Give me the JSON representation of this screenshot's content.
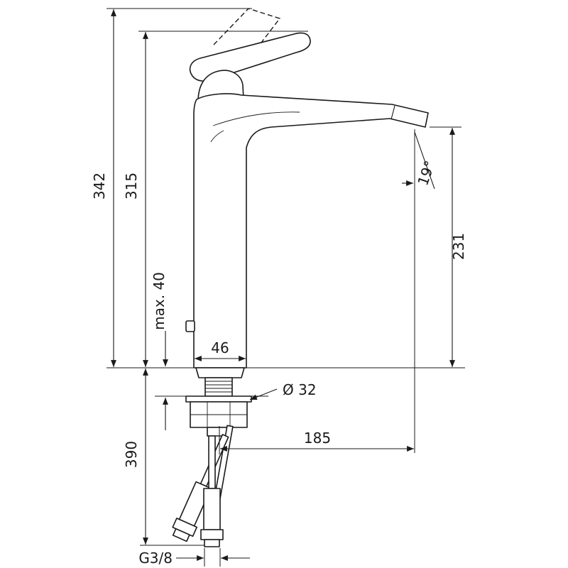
{
  "drawing": {
    "type": "technical-dimension-drawing",
    "subject": "tall single-lever basin mixer faucet, side view with mounting hardware and supply hoses",
    "colors": {
      "line": "#1a1a1a",
      "background": "#ffffff"
    },
    "labels": {
      "total_height": "342",
      "height_to_lever": "315",
      "max_mounting_thickness": "max. 40",
      "body_width": "46",
      "hole_diameter": "Ø 32",
      "hose_length": "390",
      "spout_reach": "185",
      "outlet_height": "231",
      "spray_angle": "19°",
      "connection_thread": "G3/8"
    }
  }
}
